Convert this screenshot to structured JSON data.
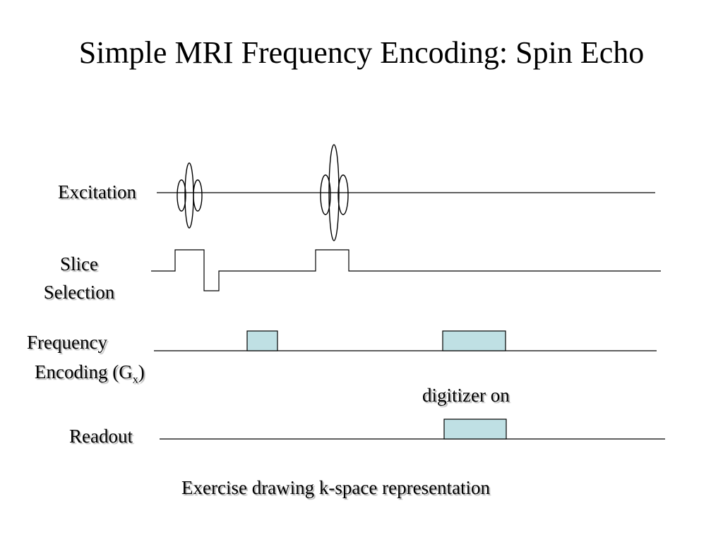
{
  "title": "Simple MRI Frequency Encoding: Spin Echo",
  "rows": {
    "excitation": "Excitation",
    "slice_line1": "Slice",
    "slice_line2": "Selection",
    "frequency_line1": "Frequency",
    "frequency_line2": "Encoding (G",
    "frequency_subscript": "x",
    "frequency_close": ")",
    "readout": "Readout"
  },
  "annotations": {
    "digitizer": "digitizer on",
    "exercise": "Exercise drawing k-space representation"
  },
  "colors": {
    "gradient_fill": "#bfe0e4",
    "line": "#000000"
  }
}
